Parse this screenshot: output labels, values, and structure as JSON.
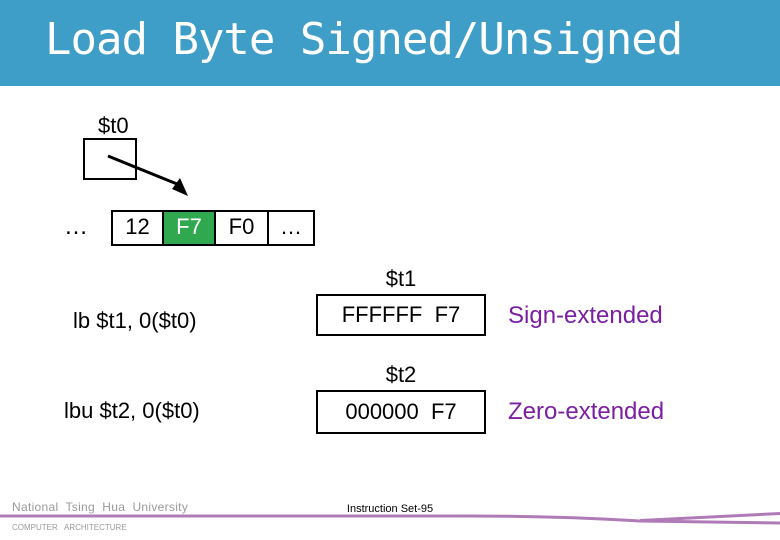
{
  "slide": {
    "title": "Load Byte Signed/Unsigned",
    "colors": {
      "title_bar": "#3e9ec8",
      "highlight": "#2fa84f",
      "extension_text": "#7a1fa2",
      "footer_line": "#b07ab8"
    }
  },
  "pointer_register": {
    "label": "$t0"
  },
  "memory": {
    "cells": [
      "12",
      "F7",
      "F0"
    ],
    "left_ellipsis": "…",
    "right_ellipsis": "…",
    "highlighted_cell": "F7"
  },
  "instructions": [
    {
      "text": "lb $t1, 0($t0)",
      "register": "$t1",
      "value": "FFFFFF  F7",
      "extension": "Sign-extended"
    },
    {
      "text": "lbu $t2, 0($t0)",
      "register": "$t2",
      "value": "000000  F7",
      "extension": "Zero-extended"
    }
  ],
  "footer": {
    "university": "National  Tsing  Hua  University",
    "department": "COMPUTER   ARCHITECTURE",
    "page_label": "Instruction Set-95"
  }
}
